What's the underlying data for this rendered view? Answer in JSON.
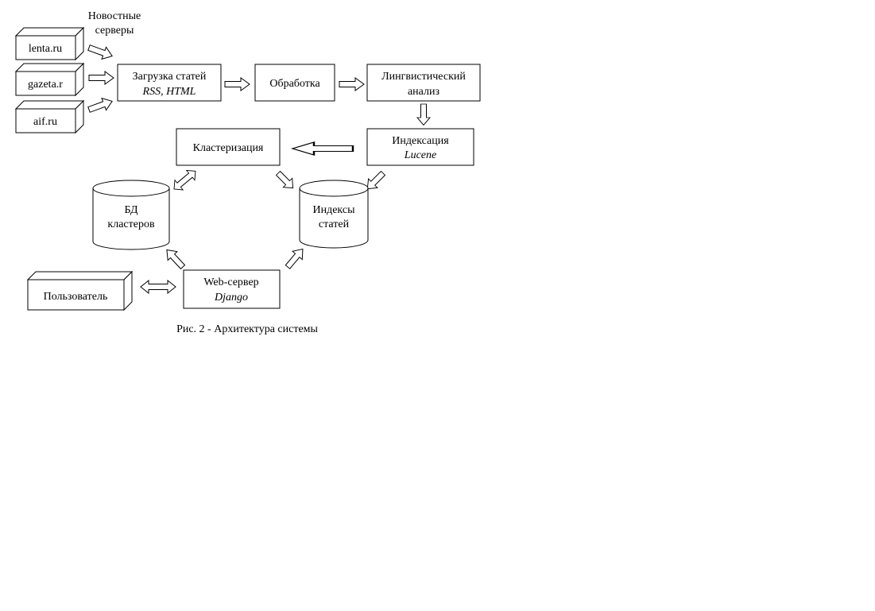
{
  "diagram": {
    "servers_label": {
      "line1": "Новостные",
      "line2": "серверы"
    },
    "servers": [
      "lenta.ru",
      "gazeta.r",
      "aif.ru"
    ],
    "load": {
      "line1": "Загрузка статей",
      "line2": "RSS, HTML"
    },
    "processing": {
      "line1": "Обработка"
    },
    "linguistic": {
      "line1": "Лингвистический",
      "line2": "анализ"
    },
    "indexing": {
      "line1": "Индексация",
      "line2": "Lucene"
    },
    "clustering": {
      "line1": "Кластеризация"
    },
    "db_clusters": {
      "line1": "БД",
      "line2": "кластеров"
    },
    "article_indexes": {
      "line1": "Индексы",
      "line2": "статей"
    },
    "webserver": {
      "line1": "Web-сервер",
      "line2": "Django"
    },
    "user": {
      "line1": "Пользователь"
    },
    "caption": "Рис. 2 - Архитектура системы"
  }
}
